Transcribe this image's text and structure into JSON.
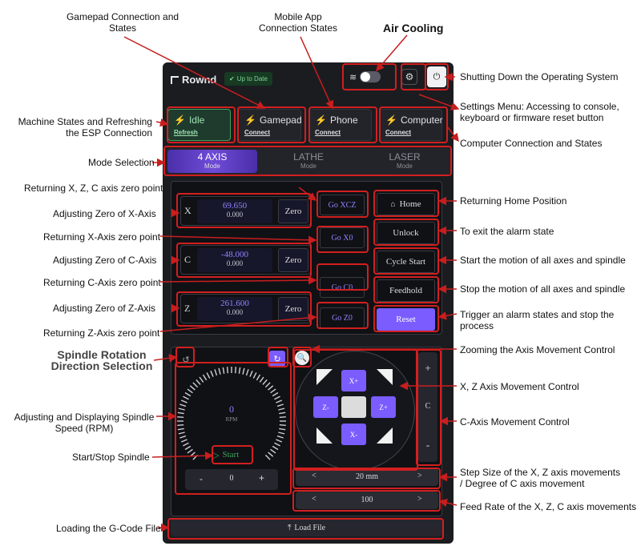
{
  "annotations": {
    "gamepad_conn": "Gamepad Connection and States",
    "mobile_conn": "Mobile App Connection States",
    "air_cooling": "Air Cooling",
    "shutdown": "Shutting Down the Operating System",
    "machine_states": "Machine States and Refreshing the ESP Connection",
    "settings_menu": "Settings Menu: Accessing to console, keyboard or firmware reset button",
    "computer_conn": "Computer Connection and States",
    "mode_selection": "Mode Selection",
    "return_xzc": "Returning X, Z, C axis zero point",
    "return_home": "Returning Home Position",
    "adjust_x": "Adjusting Zero of X-Axis",
    "exit_alarm": "To exit the alarm state",
    "return_x": "Returning X-Axis zero point",
    "adjust_c": "Adjusting Zero of C-Axis",
    "cycle_start": "Start the motion of all axes and spindle",
    "return_c": "Returning C-Axis zero point",
    "feedhold": "Stop the motion of all axes and spindle",
    "adjust_z": "Adjusting Zero of Z-Axis",
    "reset": "Trigger an alarm states and stop the process",
    "return_z": "Returning Z-Axis zero point",
    "spindle_dir": "Spindle Rotation Direction Selection",
    "zoom": "Zooming the Axis Movement Control",
    "xz_move": "X, Z Axis Movement Control",
    "spindle_speed": "Adjusting and Displaying Spindle Speed (RPM)",
    "c_move": "C-Axis Movement Control",
    "start_stop": "Start/Stop Spindle",
    "step_size": "Step Size of the X, Z axis movements / Degree of C axis movement",
    "feed_rate": "Feed Rate of the X, Z, C axis movements",
    "load_gcode": "Loading the G-Code File"
  },
  "app": {
    "logo": "Rownd",
    "status_badge": "Up to Date",
    "air_cooling_on": false
  },
  "connections": [
    {
      "name": "Idle",
      "action": "Refresh"
    },
    {
      "name": "Gamepad",
      "action": "Connect"
    },
    {
      "name": "Phone",
      "action": "Connect"
    },
    {
      "name": "Computer",
      "action": "Connect"
    }
  ],
  "modes": [
    {
      "name": "4 AXIS",
      "sub": "Mode",
      "active": true
    },
    {
      "name": "LATHE",
      "sub": "Mode",
      "active": false
    },
    {
      "name": "LASER",
      "sub": "Mode",
      "active": false
    }
  ],
  "axes": [
    {
      "label": "X",
      "value": "69.650",
      "sub": "0.000",
      "zero": "Zero",
      "go": "Go X0"
    },
    {
      "label": "C",
      "value": "-48.000",
      "sub": "0.000",
      "zero": "Zero",
      "go": "Go C0"
    },
    {
      "label": "Z",
      "value": "261.600",
      "sub": "0.000",
      "zero": "Zero",
      "go": "Go Z0"
    }
  ],
  "go_xcz": "Go XCZ",
  "controls": {
    "home": "Home",
    "unlock": "Unlock",
    "cycle_start": "Cycle Start",
    "feedhold": "Feedhold",
    "reset": "Reset"
  },
  "spindle": {
    "rpm_value": "0",
    "rpm_unit": "RPM",
    "start": "Start",
    "minus": "-",
    "plus": "+",
    "speed_input": "0"
  },
  "jog": {
    "x_plus": "X+",
    "x_minus": "X-",
    "z_minus": "Z-",
    "z_plus": "Z+",
    "c_plus": "+",
    "c_label": "C",
    "c_minus": "-"
  },
  "step": {
    "prev": "<",
    "value": "20 mm",
    "next": ">"
  },
  "feed": {
    "prev": "<",
    "value": "100",
    "next": ">"
  },
  "load_file": "Load File",
  "colors": {
    "accent": "#7a5cff",
    "alert": "#d21f1f",
    "ok": "#3fa35b"
  }
}
